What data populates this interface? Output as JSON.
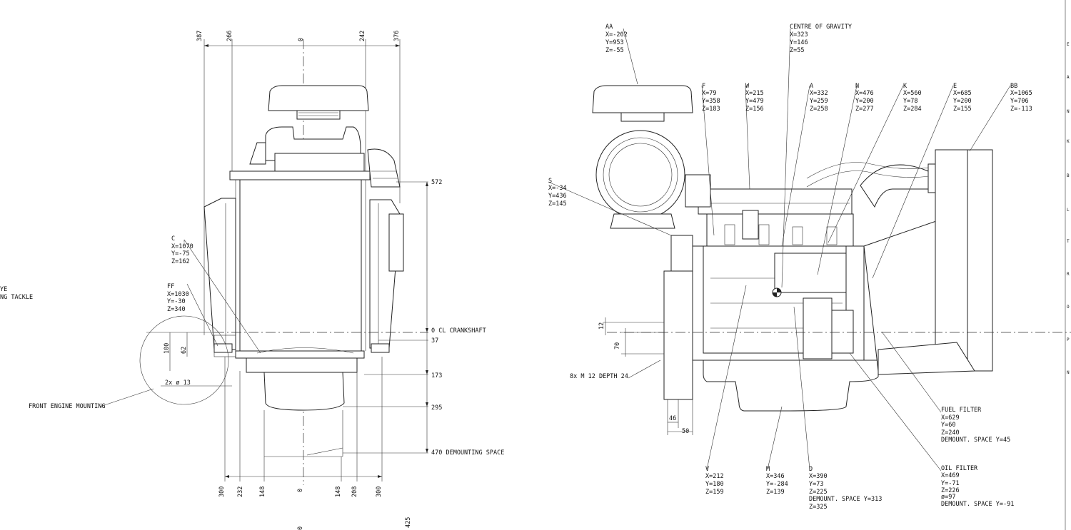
{
  "left_view": {
    "top_dims": [
      "387",
      "266",
      "0",
      "242",
      "376"
    ],
    "bottom_dims": [
      "300",
      "232",
      "148",
      "0",
      "148",
      "208",
      "300"
    ],
    "right_dims": {
      "d572": "572",
      "crankshaft": "0  CL CRANKSHAFT",
      "d37": "37",
      "d173": "173",
      "d295": "295",
      "demount": "470  DEMOUNTING SPACE"
    },
    "bottom_extra": [
      "425",
      "0"
    ],
    "detail": {
      "d100": "100",
      "d62": "62",
      "holes": "2x  ø 13"
    },
    "front_mount": "FRONT ENGINE MOUNTING",
    "lifting": [
      "YE",
      "NG TACKLE"
    ],
    "points": [
      {
        "lines": [
          "C",
          "X=1070",
          "Y=-75",
          "Z=162"
        ]
      },
      {
        "lines": [
          "FF",
          "X=1030",
          "Y=-30",
          "Z=340"
        ]
      }
    ]
  },
  "right_view": {
    "cog": [
      "CENTRE OF GRAVITY",
      "X=323",
      "Y=146",
      "Z=55"
    ],
    "top_points": [
      {
        "lines": [
          "AA",
          "X=-202",
          "Y=953",
          "Z=-55"
        ]
      },
      {
        "lines": [
          "F",
          "X=79",
          "Y=358",
          "Z=183"
        ]
      },
      {
        "lines": [
          "W",
          "X=215",
          "Y=479",
          "Z=156"
        ]
      },
      {
        "lines": [
          "A",
          "X=332",
          "Y=259",
          "Z=258"
        ]
      },
      {
        "lines": [
          "N",
          "X=476",
          "Y=200",
          "Z=277"
        ]
      },
      {
        "lines": [
          "K",
          "X=560",
          "Y=78",
          "Z=284"
        ]
      },
      {
        "lines": [
          "E",
          "X=685",
          "Y=200",
          "Z=155"
        ]
      },
      {
        "lines": [
          "BB",
          "X=1065",
          "Y=706",
          "Z=-113"
        ]
      }
    ],
    "s_point": [
      "S",
      "X=-34",
      "Y=436",
      "Z=145"
    ],
    "bolts": "8x  M 12   DEPTH 24",
    "side_dims": [
      "12",
      "70"
    ],
    "bottom_dims": [
      "46",
      "50"
    ],
    "bottom_points": [
      {
        "lines": [
          "V",
          "X=212",
          "Y=180",
          "Z=159"
        ]
      },
      {
        "lines": [
          "M",
          "X=346",
          "Y=-284",
          "Z=139"
        ]
      },
      {
        "lines": [
          "D",
          "X=390",
          "Y=73",
          "Z=225",
          "DEMOUNT. SPACE Y=313",
          "Z=325"
        ]
      }
    ],
    "fuel_filter": [
      "FUEL FILTER",
      "X=629",
      "Y=60",
      "Z=240",
      "DEMOUNT. SPACE Y=45"
    ],
    "oil_filter": [
      "OIL FILTER",
      "X=469",
      "Y=-71",
      "Z=226",
      "ø=97",
      "DEMOUNT. SPACE Y=-91"
    ],
    "edge_letters": [
      "E",
      "A",
      "N",
      "K",
      "B",
      "L",
      "T",
      "R",
      "O",
      "P",
      "N"
    ]
  }
}
